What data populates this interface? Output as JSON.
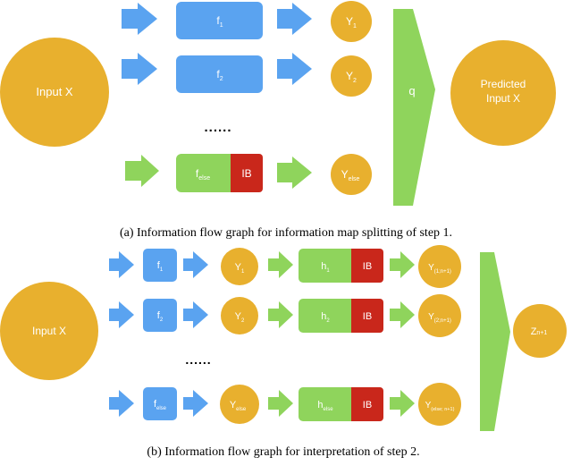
{
  "colors": {
    "blue": "#5aa3f0",
    "green": "#8fd45c",
    "orange": "#e8b02e",
    "red": "#c9271b",
    "text": "#ffffff",
    "caption": "#000000"
  },
  "part_a": {
    "input": "Input X",
    "f1": "f",
    "f1_sub": "1",
    "f2": "f",
    "f2_sub": "2",
    "felse": "f",
    "felse_sub": "else",
    "y1": "Y",
    "y1_sub": "1",
    "y2": "Y",
    "y2_sub": "2",
    "yelse": "Y",
    "yelse_sub": "else",
    "ib": "IB",
    "q": "q",
    "ellipsis": "......",
    "pred_line1": "Predicted",
    "pred_line2": "Input X",
    "caption": "(a) Information flow graph for information map splitting of step 1."
  },
  "part_b": {
    "input": "Input X",
    "f1": "f",
    "f1_sub": "1",
    "f2": "f",
    "f2_sub": "2",
    "felse": "f",
    "felse_sub": "else",
    "y1": "Y",
    "y1_sub": "1",
    "y2": "Y",
    "y2_sub": "2",
    "yelse": "Y",
    "yelse_sub": "else",
    "h1": "h",
    "h1_sub": "1",
    "h2": "h",
    "h2_sub": "2",
    "helse": "h",
    "helse_sub": "else",
    "ib1": "IB",
    "ib2": "IB",
    "ib3": "IB",
    "yo1": "Y",
    "yo1_sub": "(1;n+1)",
    "yo2": "Y",
    "yo2_sub": "(2;n+1)",
    "yo3": "Y",
    "yo3_sub": "(else; n+1)",
    "ellipsis": "......",
    "z": "Z",
    "z_sub": "n+1",
    "caption": "(b) Information flow graph for interpretation of step 2."
  }
}
